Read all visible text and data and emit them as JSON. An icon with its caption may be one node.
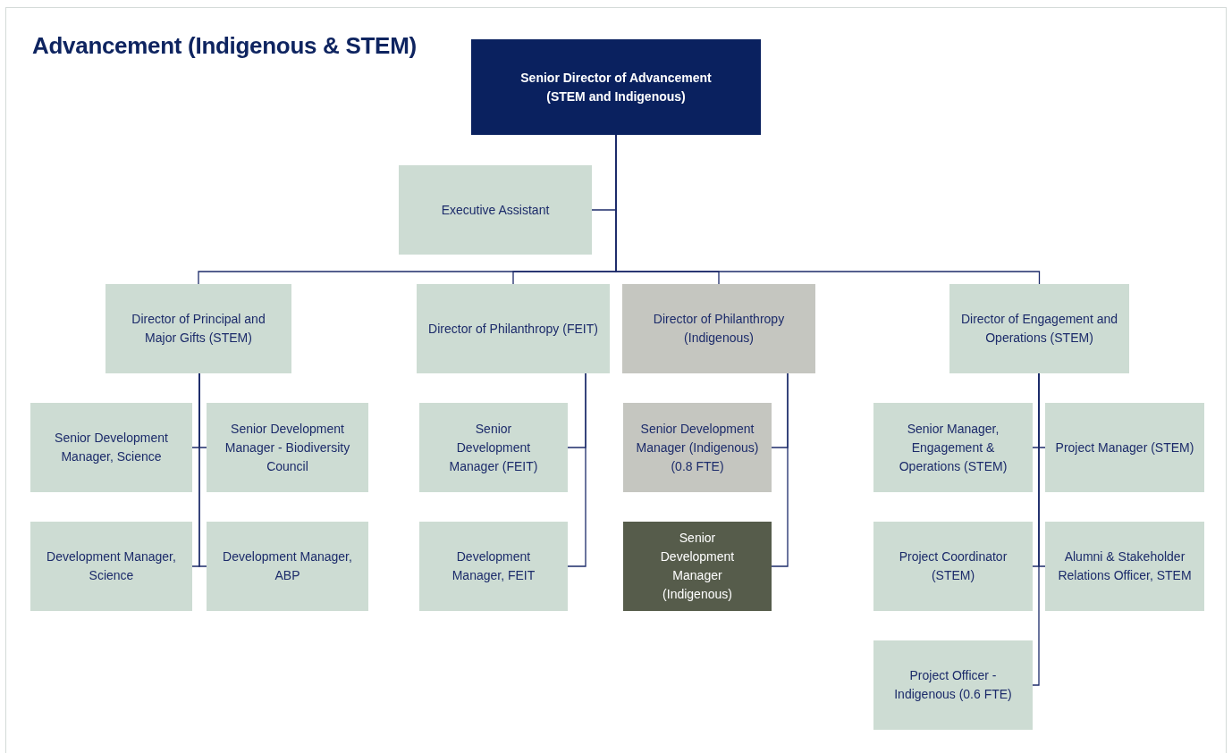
{
  "diagram": {
    "title": "Advancement (Indigenous & STEM)",
    "nodes": [
      {
        "text": [
          "Senior Director of Advancement (STEM and Indigenous)"
        ]
      },
      {
        "text": [
          "Executive Assistant"
        ]
      },
      {
        "text": [
          "Director of Principal and Major Gifts (STEM)"
        ]
      },
      {
        "text": [
          "Director of Philanthropy (FEIT)"
        ]
      },
      {
        "text": [
          "Director of Philanthropy (Indigenous)"
        ]
      },
      {
        "text": [
          "Director of Engagement and Operations (STEM)"
        ]
      },
      {
        "text": [
          "Senior Development Manager, Science"
        ]
      },
      {
        "text": [
          "Senior Development Manager - Biodiversity Council"
        ]
      },
      {
        "text": [
          "Development Manager, Science"
        ]
      },
      {
        "text": [
          "Development Manager, ABP"
        ]
      },
      {
        "text": [
          "Senior Development Manager (FEIT)"
        ]
      },
      {
        "text": [
          "Development Manager, FEIT"
        ]
      },
      {
        "text": [
          "Senior Development Manager (Indigenous) (0.8 FTE)"
        ]
      },
      {
        "text": [
          "Senior Development Manager (Indigenous)"
        ]
      },
      {
        "text": [
          "Senior Manager, Engagement & Operations (STEM)"
        ]
      },
      {
        "text": [
          "Project Manager (STEM)"
        ]
      },
      {
        "text": [
          "Project Coordinator (STEM)"
        ]
      },
      {
        "text": [
          "Alumni & Stakeholder Relations Officer, STEM"
        ]
      },
      {
        "text": [
          "Project Officer - Indigenous (0.6 FTE)"
        ]
      }
    ],
    "edges": [
      {
        "from": 0,
        "to": 1,
        "arrow": "none"
      },
      {
        "from": 0,
        "to": 2,
        "arrow": "none"
      },
      {
        "from": 0,
        "to": 3,
        "arrow": "none"
      },
      {
        "from": 0,
        "to": 4,
        "arrow": "none"
      },
      {
        "from": 0,
        "to": 5,
        "arrow": "none"
      },
      {
        "from": 2,
        "to": 6,
        "arrow": "none"
      },
      {
        "from": 2,
        "to": 7,
        "arrow": "none"
      },
      {
        "from": 2,
        "to": 8,
        "arrow": "none"
      },
      {
        "from": 2,
        "to": 9,
        "arrow": "none"
      },
      {
        "from": 3,
        "to": 10,
        "arrow": "none"
      },
      {
        "from": 3,
        "to": 11,
        "arrow": "none"
      },
      {
        "from": 4,
        "to": 12,
        "arrow": "none"
      },
      {
        "from": 4,
        "to": 13,
        "arrow": "none"
      },
      {
        "from": 5,
        "to": 14,
        "arrow": "none"
      },
      {
        "from": 5,
        "to": 15,
        "arrow": "none"
      },
      {
        "from": 5,
        "to": 16,
        "arrow": "none"
      },
      {
        "from": 5,
        "to": 17,
        "arrow": "none"
      },
      {
        "from": 5,
        "to": 18,
        "arrow": "none"
      }
    ]
  }
}
